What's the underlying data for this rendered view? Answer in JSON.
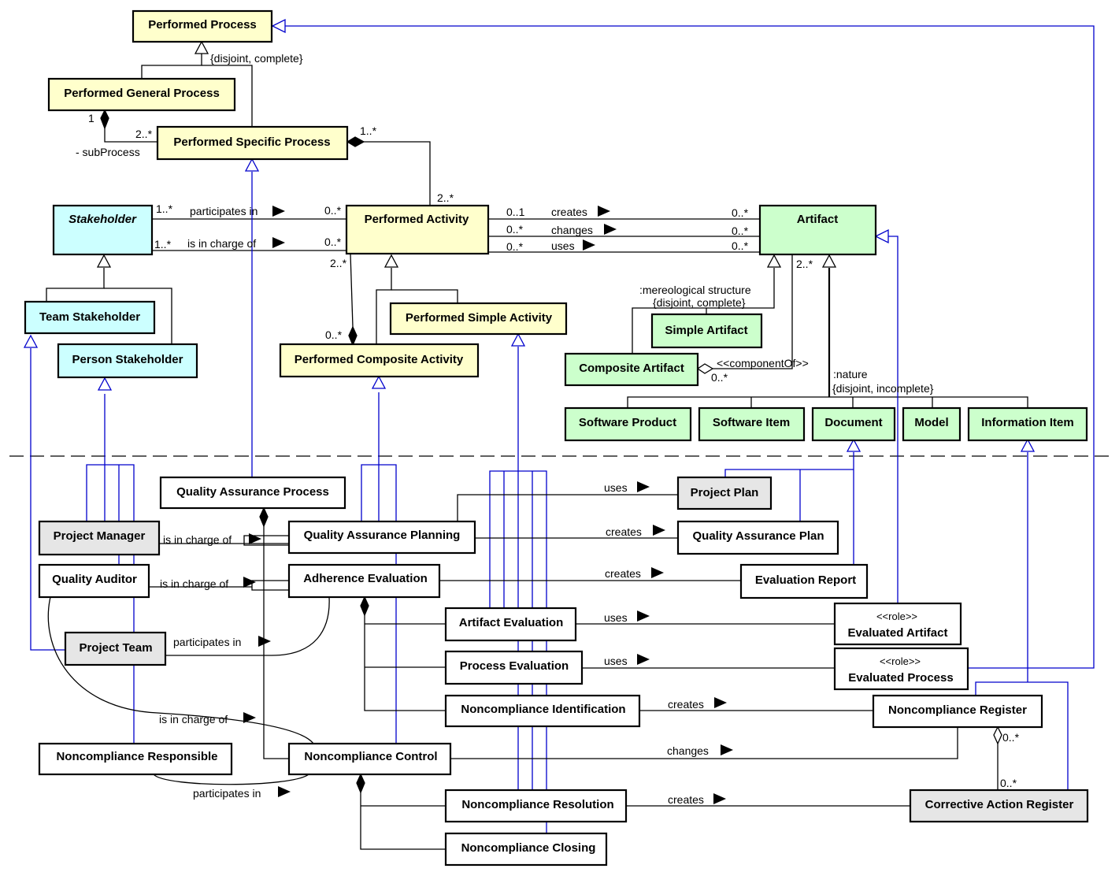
{
  "colors": {
    "process": "#ffffcc",
    "stakeholder": "#ccffff",
    "artifact": "#ccffcc",
    "domain": "#e6e6e6",
    "plain": "#ffffff",
    "specialization": "#0000cc",
    "association": "#000000"
  },
  "classes": {
    "performed_process": "Performed Process",
    "performed_general_process": "Performed General Process",
    "performed_specific_process": "Performed Specific Process",
    "stakeholder": "Stakeholder",
    "performed_activity": "Performed Activity",
    "artifact": "Artifact",
    "team_stakeholder": "Team Stakeholder",
    "person_stakeholder": "Person Stakeholder",
    "performed_simple_activity": "Performed Simple Activity",
    "performed_composite_activity": "Performed Composite Activity",
    "simple_artifact": "Simple Artifact",
    "composite_artifact": "Composite Artifact",
    "software_product": "Software Product",
    "software_item": "Software Item",
    "document": "Document",
    "model": "Model",
    "information_item": "Information Item",
    "quality_assurance_process": "Quality Assurance Process",
    "project_plan": "Project Plan",
    "project_manager": "Project Manager",
    "quality_assurance_planning": "Quality Assurance Planning",
    "quality_assurance_plan": "Quality Assurance Plan",
    "quality_auditor": "Quality Auditor",
    "adherence_evaluation": "Adherence Evaluation",
    "evaluation_report": "Evaluation Report",
    "artifact_evaluation": "Artifact Evaluation",
    "evaluated_artifact_stereo": "<<role>>",
    "evaluated_artifact": "Evaluated Artifact",
    "project_team": "Project Team",
    "process_evaluation": "Process Evaluation",
    "evaluated_process_stereo": "<<role>>",
    "evaluated_process": "Evaluated Process",
    "noncompliance_identification": "Noncompliance Identification",
    "noncompliance_register": "Noncompliance Register",
    "noncompliance_responsible": "Noncompliance Responsible",
    "noncompliance_control": "Noncompliance Control",
    "noncompliance_resolution": "Noncompliance Resolution",
    "corrective_action_register": "Corrective Action Register",
    "noncompliance_closing": "Noncompliance Closing"
  },
  "labels": {
    "disjoint_complete_1": "{disjoint, complete}",
    "mult_1_gp": "1",
    "mult_2_sp": "2..*",
    "sub_process": "- subProcess",
    "mult_1_sp": "1..*",
    "mult_2_pa": "2..*",
    "participates_in_top": "participates in",
    "mult_sh_1": "1..*",
    "mult_pa_0a": "0..*",
    "is_in_charge_of_top": "is in charge of",
    "mult_sh_2": "1..*",
    "mult_pa_0b": "0..*",
    "creates_top": "creates",
    "mult_01": "0..1",
    "mult_art_0a": "0..*",
    "changes_top": "changes",
    "mult_pa_0c": "0..*",
    "mult_art_0b": "0..*",
    "uses_top": "uses",
    "mult_pa_0d": "0..*",
    "mult_art_0c": "0..*",
    "mult_art_2": "2..*",
    "mult_pa_2": "2..*",
    "mult_ca_0": "0..*",
    "mereological": ":mereological structure",
    "disjoint_complete_2": "{disjoint, complete}",
    "component_of": "<<componentOf>>",
    "mult_comp_0": "0..*",
    "nature": ":nature",
    "disjoint_incomplete": "{disjoint, incomplete}",
    "uses_plan": "uses",
    "is_in_charge_pm": "is in charge of",
    "creates_qap": "creates",
    "is_in_charge_qa": "is in charge of",
    "creates_er": "creates",
    "uses_ea": "uses",
    "participates_pt": "participates in",
    "uses_ep": "uses",
    "creates_nr": "creates",
    "is_in_charge_nc": "is in charge of",
    "changes_nc": "changes",
    "participates_nr": "participates in",
    "creates_car": "creates",
    "mult_reg_0": "0..*",
    "mult_car_0": "0..*"
  }
}
